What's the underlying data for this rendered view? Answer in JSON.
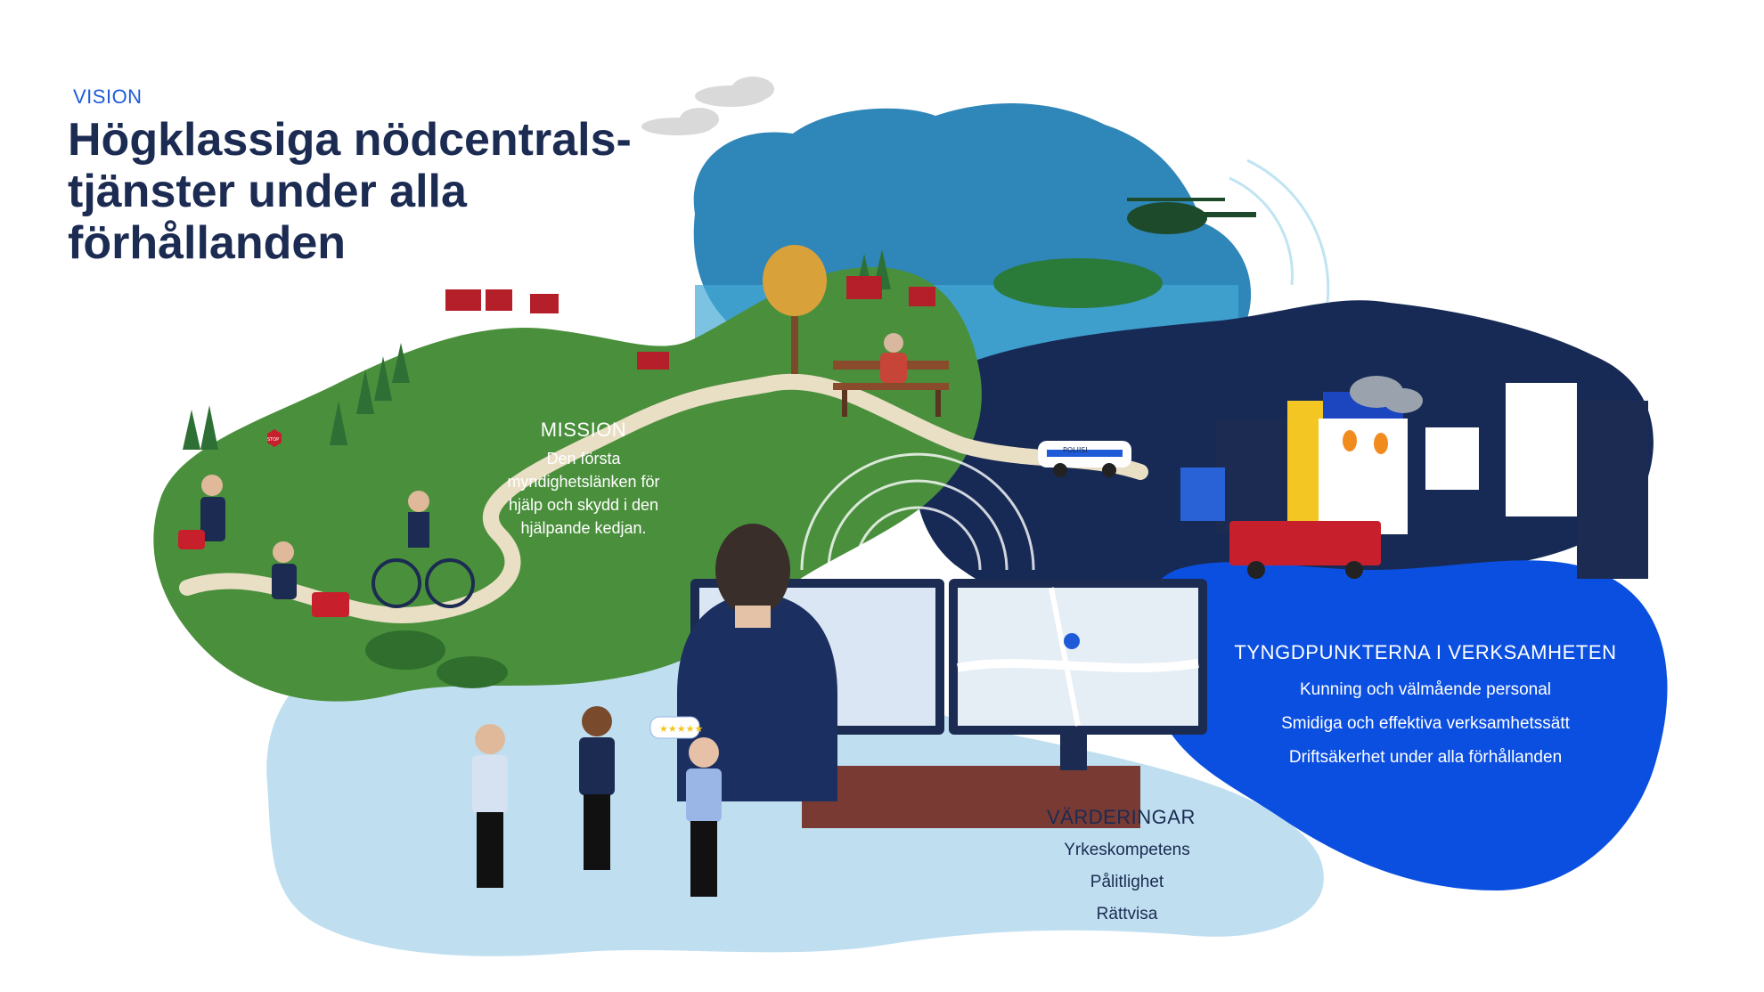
{
  "vision": {
    "label": "VISION",
    "title_lines": [
      "Högklassiga nödcentrals-",
      "tjänster under alla",
      "förhållanden"
    ]
  },
  "mission": {
    "heading": "MISSION",
    "lines": [
      "Den första",
      "myndighetslänken för",
      "hjälp och skydd i den",
      "hjälpande kedjan."
    ]
  },
  "focus": {
    "heading": "TYNGDPUNKTERNA I VERKSAMHETEN",
    "items": [
      "Kunning och välmående personal",
      "Smidiga och effektiva verksamhetssätt",
      "Driftsäkerhet under alla förhållanden"
    ]
  },
  "values": {
    "heading": "VÄRDERINGAR",
    "items": [
      "Yrkeskompetens",
      "Pålitlighet",
      "Rättvisa"
    ]
  },
  "scene": {
    "police_car_text": "POLIISI",
    "stop_sign_text": "STOP",
    "rating_stars": "★★★★★"
  },
  "colors": {
    "title": "#1b2b52",
    "accent_blue": "#1f5bd8",
    "grass": "#4a8f3c",
    "sky_light": "#bfdff0",
    "navy": "#172a55",
    "royal_blue": "#0b4fe0",
    "storm": "#2f86b8"
  }
}
